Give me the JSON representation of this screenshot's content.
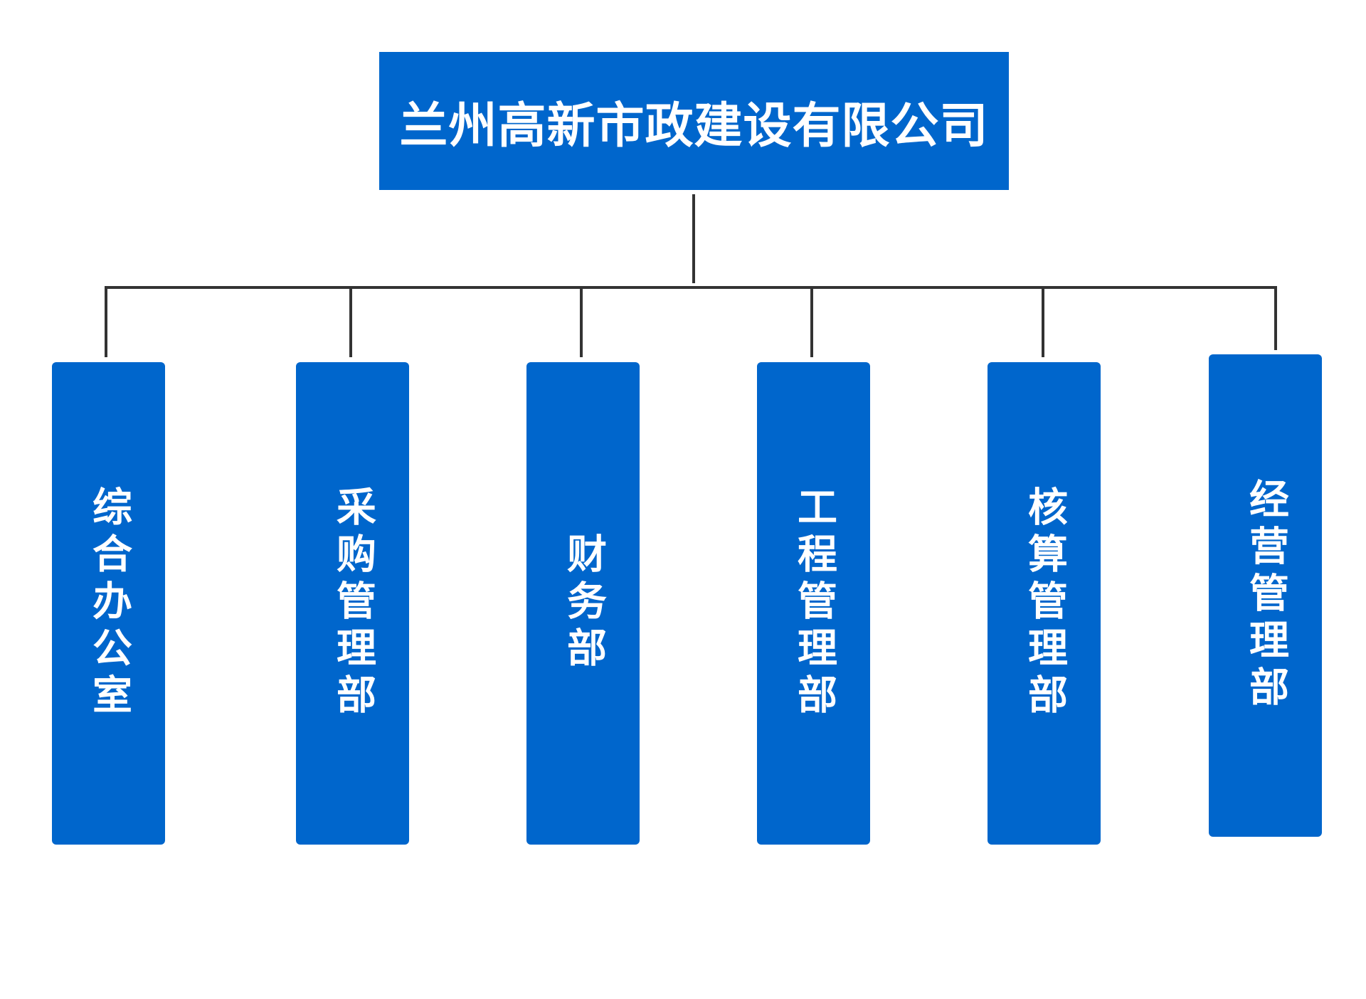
{
  "root": {
    "name": "兰州高新市政建设有限公司"
  },
  "departments": [
    {
      "name": "综合办公室"
    },
    {
      "name": "采购管理部"
    },
    {
      "name": "财务部"
    },
    {
      "name": "工程管理部"
    },
    {
      "name": "核算管理部"
    },
    {
      "name": "经营管理部"
    }
  ],
  "colors": {
    "box_fill": "#0066CC",
    "text": "#FFFFFF",
    "connector": "#333333"
  }
}
